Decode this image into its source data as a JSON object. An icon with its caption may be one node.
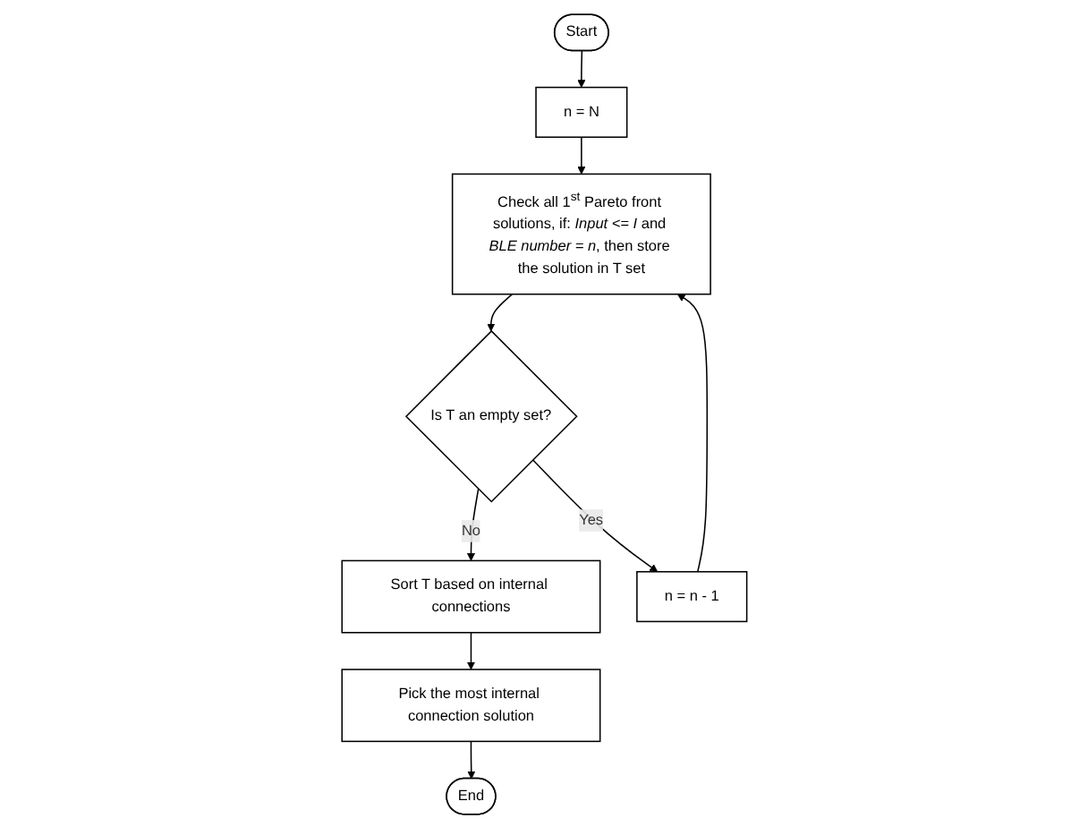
{
  "diagram": {
    "nodes": [
      {
        "text": [
          "Start"
        ]
      },
      {
        "text": [
          "n = N"
        ]
      },
      {
        "text": [
          "Check all 1$^{st}$ Pareto front solutions, if: *Input <= I* and *BLE number = n*, then store the solution in T set"
        ]
      },
      {
        "text": [
          "Is T an empty set?"
        ]
      },
      {
        "text": [
          "Sort T based on internal connections"
        ]
      },
      {
        "text": [
          "n = n - 1"
        ]
      },
      {
        "text": [
          "Pick the most internal connection solution"
        ]
      },
      {
        "text": [
          "End"
        ]
      }
    ],
    "edges": [
      {
        "from": 0,
        "to": 1,
        "arrow": "to"
      },
      {
        "from": 1,
        "to": 2,
        "arrow": "to"
      },
      {
        "from": 2,
        "to": 3,
        "arrow": "to"
      },
      {
        "from": 3,
        "to": 4,
        "arrow": "to",
        "label": "No"
      },
      {
        "from": 3,
        "to": 5,
        "arrow": "to",
        "label": "Yes"
      },
      {
        "from": 5,
        "to": 2,
        "arrow": "to"
      },
      {
        "from": 4,
        "to": 6,
        "arrow": "to"
      },
      {
        "from": 6,
        "to": 7,
        "arrow": "to"
      }
    ]
  }
}
